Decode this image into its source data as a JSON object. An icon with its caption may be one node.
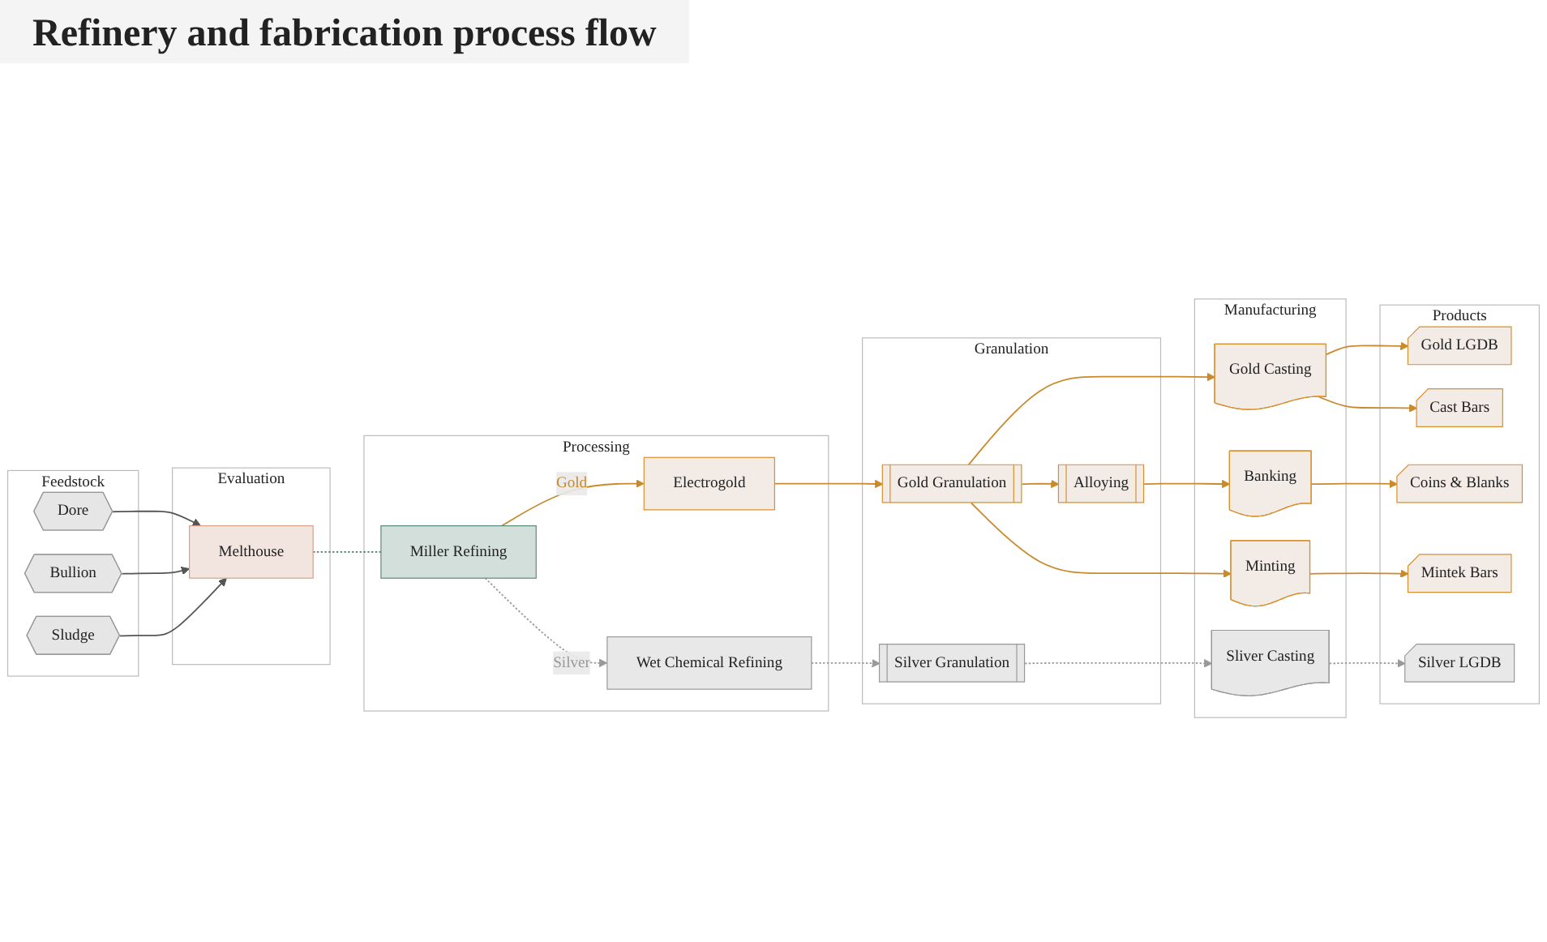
{
  "diagram": {
    "title": "Refinery and fabrication process flow",
    "nodes": [
      {
        "text": [
          "Feedstock"
        ]
      },
      {
        "text": [
          "Dore"
        ],
        "in": 0
      },
      {
        "text": [
          "Bullion"
        ],
        "in": 0
      },
      {
        "text": [
          "Sludge"
        ],
        "in": 0
      },
      {
        "text": [
          "Evaluation"
        ]
      },
      {
        "text": [
          "Melthouse"
        ],
        "in": 4
      },
      {
        "text": [
          "Processing"
        ]
      },
      {
        "text": [
          "Miller Refining"
        ],
        "in": 6
      },
      {
        "text": [
          "Electrogold"
        ],
        "in": 6
      },
      {
        "text": [
          "Wet Chemical Refining"
        ],
        "in": 6
      },
      {
        "text": [
          "Granulation"
        ]
      },
      {
        "text": [
          "Gold Granulation"
        ],
        "in": 10
      },
      {
        "text": [
          "Alloying"
        ],
        "in": 10
      },
      {
        "text": [
          "Silver Granulation"
        ],
        "in": 10
      },
      {
        "text": [
          "Manufacturing"
        ]
      },
      {
        "text": [
          "Gold Casting"
        ],
        "in": 14
      },
      {
        "text": [
          "Banking"
        ],
        "in": 14
      },
      {
        "text": [
          "Minting"
        ],
        "in": 14
      },
      {
        "text": [
          "Sliver Casting"
        ],
        "in": 14
      },
      {
        "text": [
          "Products"
        ]
      },
      {
        "text": [
          "Gold LGDB"
        ],
        "in": 19
      },
      {
        "text": [
          "Cast Bars"
        ],
        "in": 19
      },
      {
        "text": [
          "Coins & Blanks"
        ],
        "in": 19
      },
      {
        "text": [
          "Mintek Bars"
        ],
        "in": 19
      },
      {
        "text": [
          "Silver LGDB"
        ],
        "in": 19
      }
    ],
    "edges": [
      {
        "from": 1,
        "to": 5,
        "arrow": "to",
        "color": "#555555"
      },
      {
        "from": 2,
        "to": 5,
        "arrow": "to",
        "color": "#555555"
      },
      {
        "from": 3,
        "to": 5,
        "arrow": "to",
        "color": "#555555"
      },
      {
        "from": 5,
        "to": 7,
        "arrow": "none",
        "style": "dashed",
        "color": "#4f7f70"
      },
      {
        "from": 7,
        "to": 8,
        "label": "Gold",
        "arrow": "to"
      },
      {
        "from": 7,
        "to": 9,
        "label": "Silver",
        "arrow": "to",
        "style": "dashed",
        "color": "#999999"
      },
      {
        "from": 8,
        "to": 11,
        "arrow": "to"
      },
      {
        "from": 11,
        "to": 15,
        "arrow": "to"
      },
      {
        "from": 11,
        "to": 12,
        "arrow": "to"
      },
      {
        "from": 11,
        "to": 17,
        "arrow": "to"
      },
      {
        "from": 12,
        "to": 16,
        "arrow": "to"
      },
      {
        "from": 15,
        "to": 20,
        "arrow": "to"
      },
      {
        "from": 15,
        "to": 21,
        "arrow": "to"
      },
      {
        "from": 16,
        "to": 22,
        "arrow": "to"
      },
      {
        "from": 17,
        "to": 23,
        "arrow": "to"
      },
      {
        "from": 9,
        "to": 13,
        "arrow": "to",
        "style": "dashed",
        "color": "#999999"
      },
      {
        "from": 13,
        "to": 18,
        "arrow": "to",
        "style": "dashed",
        "color": "#999999"
      },
      {
        "from": 18,
        "to": 24,
        "arrow": "to",
        "style": "dashed",
        "color": "#999999"
      }
    ]
  }
}
